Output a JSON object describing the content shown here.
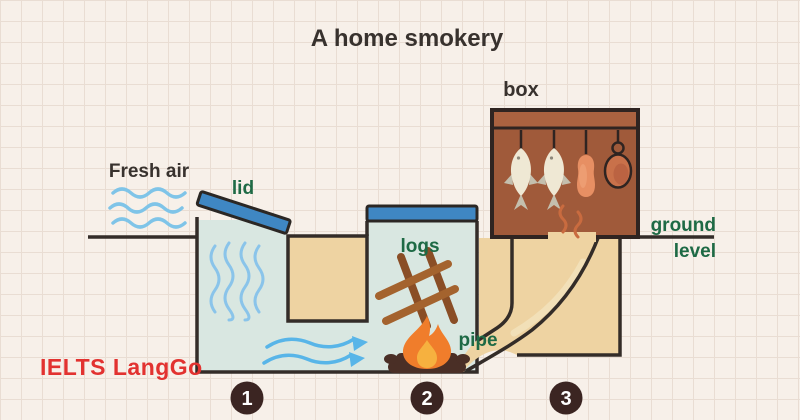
{
  "title": "A home smokery",
  "labels": {
    "fresh_air": "Fresh air",
    "lid": "lid",
    "box": "box",
    "logs": "logs",
    "pipe": "pipe",
    "ground_level_line1": "ground",
    "ground_level_line2": "level"
  },
  "steps": [
    {
      "label": "1"
    },
    {
      "label": "2"
    },
    {
      "label": "3"
    }
  ],
  "logo": {
    "text": "IELTS LangGo"
  },
  "icons": {
    "fresh_air_waves": "three horizontal blue wavy lines",
    "shaft_air_waves": "four vertical blue wavy lines",
    "passage_air_arrows": "two wavy blue arrows pointing right",
    "lid_shape": "tilted blue plank over pit opening",
    "chamber_cover": "blue plank over fire chamber",
    "logs_icon": "crossed brown sticks lattice",
    "fire_icon": "orange flame on dark coals",
    "fish_icon": "two cream fish hanging on strings",
    "sausage_icon": "salmon sausage hanging on string",
    "meat_ring_icon": "oval meat ring hanging on loop",
    "smoke_icon": "orange smoke squiggles"
  },
  "colors": {
    "background": "#f7f0e9",
    "grid_line": "#e9ddd3",
    "outline_dark": "#332c28",
    "pit_fill": "#d9e7e1",
    "earth_tan": "#eed3a2",
    "pipe_highlight": "#f2e0b8",
    "lid_blue": "#3f87c3",
    "air_blue": "#6fbce8",
    "box_brown": "#a05a3a",
    "box_strip_brown": "#aa6240",
    "flame_outer": "#f07d2b",
    "flame_inner": "#f6b13f",
    "coals_brown": "#4a2f26",
    "log_light": "#a4632e",
    "log_dark": "#8a4e26",
    "fish_body": "#efe8d4",
    "fish_fins": "#c4bfae",
    "sausage": "#e78f63",
    "meat_ring": "#c9714a",
    "smoke_orange": "#c96b3f",
    "label_green": "#1e6a45",
    "label_dark": "#38322e",
    "step_circle": "#3b2522",
    "logo_red": "#e23230"
  }
}
